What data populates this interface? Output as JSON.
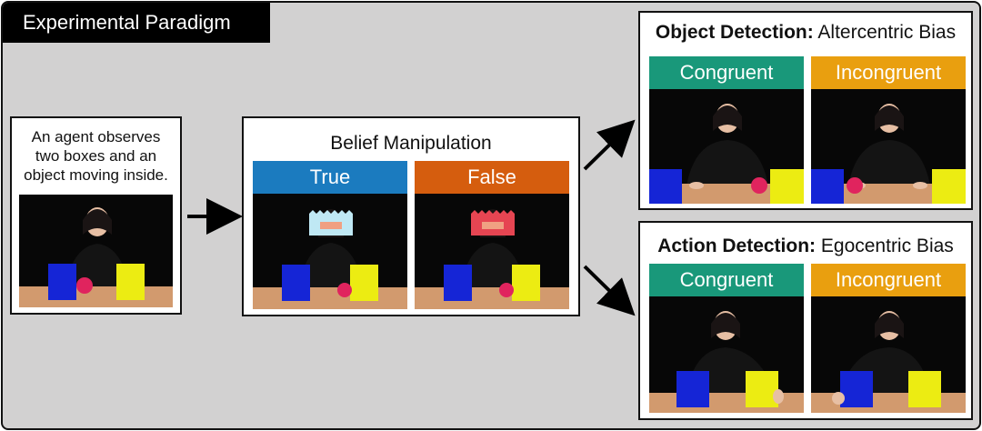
{
  "figure_title": "Experimental Paradigm",
  "intro": {
    "line1": "An agent observes",
    "line2": "two boxes and an",
    "line3": "object moving inside."
  },
  "belief": {
    "title": "Belief Manipulation",
    "true_label": "True",
    "false_label": "False"
  },
  "object_detection": {
    "title_bold": "Object Detection:",
    "title_rest": " Altercentric Bias",
    "congruent": "Congruent",
    "incongruent": "Incongruent"
  },
  "action_detection": {
    "title_bold": "Action Detection:",
    "title_rest": " Egocentric Bias",
    "congruent": "Congruent",
    "incongruent": "Incongruent"
  },
  "colors": {
    "true": "#1b7bbf",
    "false": "#d55d0e",
    "congruent": "#19987a",
    "incongruent": "#e99f0f",
    "blue_box": "#1525d6",
    "yellow_box": "#ecec12",
    "object": "#e0245e"
  }
}
